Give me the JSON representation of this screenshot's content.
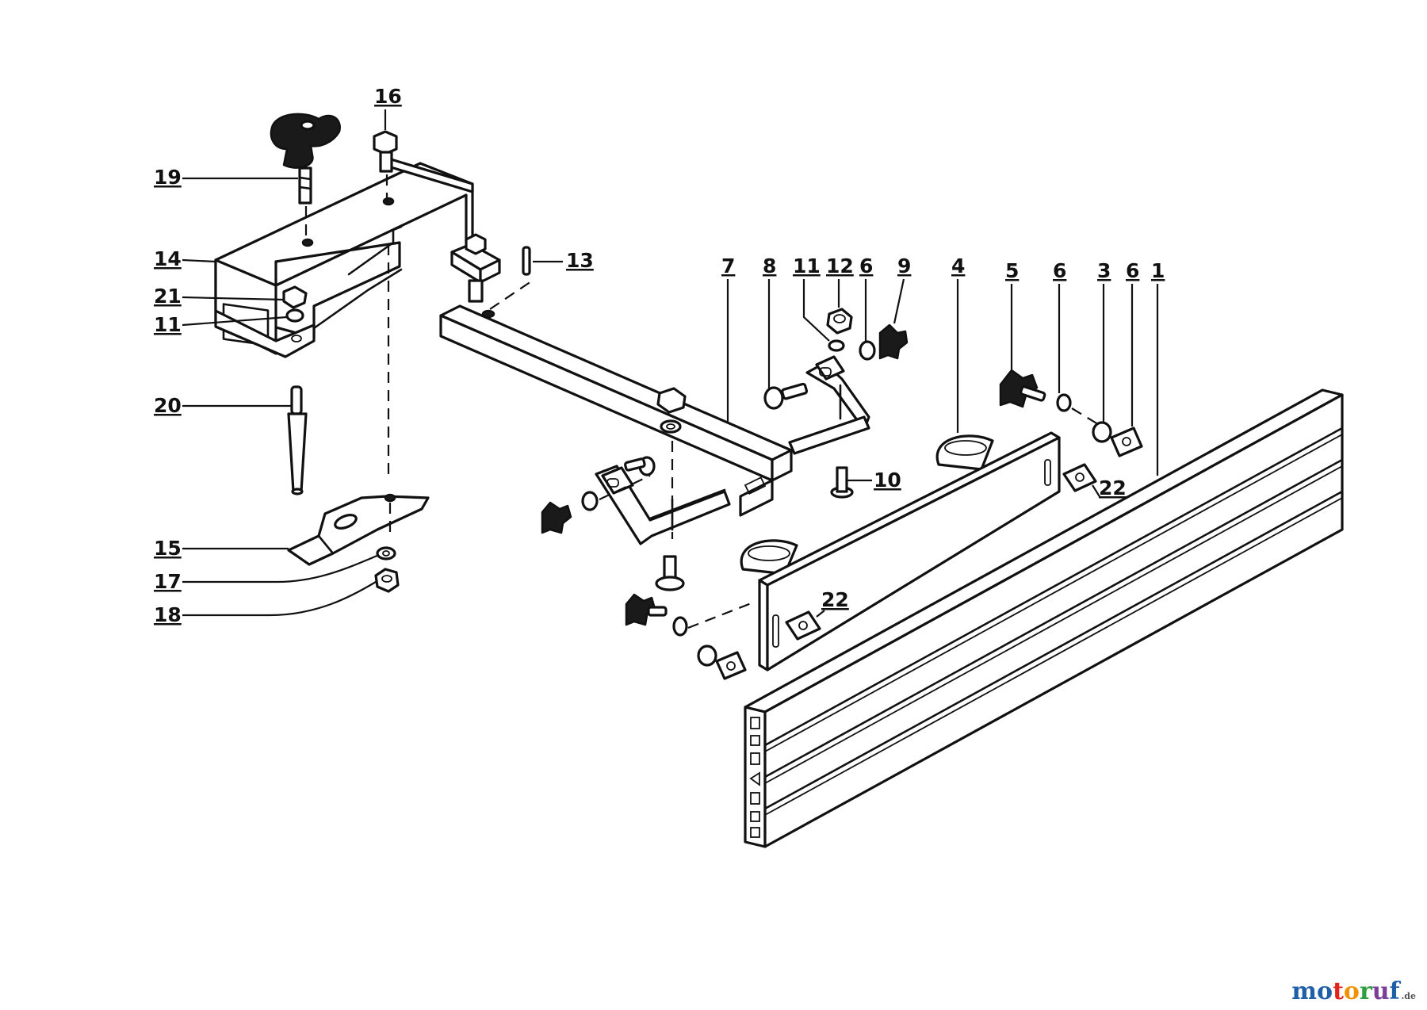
{
  "callouts": {
    "c1": "1",
    "c3": "3",
    "c4": "4",
    "c5": "5",
    "c6a": "6",
    "c6b": "6",
    "c6c": "6",
    "c7": "7",
    "c8": "8",
    "c9": "9",
    "c10": "10",
    "c11a": "11",
    "c11b": "11",
    "c12": "12",
    "c13": "13",
    "c14": "14",
    "c15": "15",
    "c16": "16",
    "c17": "17",
    "c18": "18",
    "c19": "19",
    "c20": "20",
    "c21": "21",
    "c22a": "22",
    "c22b": "22"
  },
  "watermark": {
    "letters": [
      "m",
      "o",
      "t",
      "o",
      "r",
      "u",
      "f"
    ],
    "letter_colors": [
      "#1f5fa8",
      "#1f5fa8",
      "#e2231a",
      "#f39200",
      "#2e9e3e",
      "#7a3e98",
      "#1f5fa8"
    ],
    "suffix": ".de"
  }
}
